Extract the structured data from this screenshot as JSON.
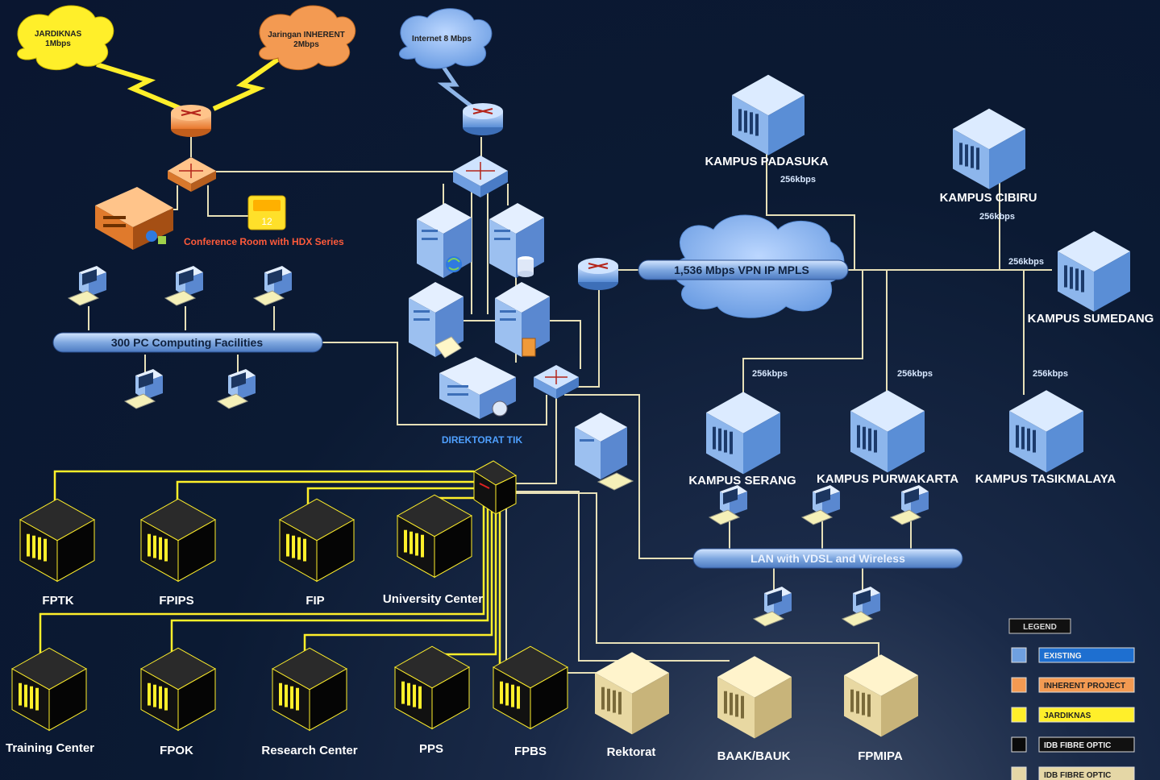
{
  "colors": {
    "existing": "#6fa0e0",
    "inherent": "#f39a52",
    "jardiknas": "#ffef2a",
    "fibre": "#0a0a0a",
    "planned": "#e5d7a6",
    "link_yellow": "#ffef2a",
    "link_cream": "#e7e0b8",
    "background": "#0b1a33"
  },
  "clouds": {
    "jardiknas": "JARDIKNAS\n1Mbps",
    "inherent": "Jaringan INHERENT\n2Mbps",
    "internet": "Internet 8 Mbps"
  },
  "labels": {
    "conference": "Conference Room with HDX Series",
    "conference_badge": "12",
    "directorat": "DIREKTORAT TIK",
    "pc_facilities": "300 PC Computing Facilities",
    "vpn": "1,536 Mbps VPN IP MPLS",
    "lan": "LAN with VDSL and Wireless"
  },
  "campuses": [
    {
      "name": "KAMPUS PADASUKA",
      "speed": "256kbps"
    },
    {
      "name": "KAMPUS CIBIRU",
      "speed": "256kbps"
    },
    {
      "name": "KAMPUS SUMEDANG",
      "speed": "256kbps"
    },
    {
      "name": "KAMPUS SERANG",
      "speed": "256kbps"
    },
    {
      "name": "KAMPUS PURWAKARTA",
      "speed": "256kbps"
    },
    {
      "name": "KAMPUS TASIKMALAYA",
      "speed": "256kbps"
    }
  ],
  "buildings": [
    {
      "name": "FPTK"
    },
    {
      "name": "FPIPS"
    },
    {
      "name": "FIP"
    },
    {
      "name": "University Center"
    },
    {
      "name": "Training Center"
    },
    {
      "name": "FPOK"
    },
    {
      "name": "Research Center"
    },
    {
      "name": "PPS"
    },
    {
      "name": "FPBS"
    },
    {
      "name": "Rektorat"
    },
    {
      "name": "BAAK/BAUK"
    },
    {
      "name": "FPMIPA"
    }
  ],
  "legend": {
    "title": "LEGEND",
    "items": [
      {
        "label": "EXISTING",
        "color": "#6fa0e0",
        "box": "#1e6fd0"
      },
      {
        "label": "INHERENT PROJECT",
        "color": "#f39a52",
        "box": "#f39a52"
      },
      {
        "label": "JARDIKNAS",
        "color": "#ffef2a",
        "box": "#ffef2a"
      },
      {
        "label": "IDB FIBRE OPTIC",
        "color": "#0a0a0a",
        "box": "#111111"
      },
      {
        "label": "IDB FIBRE OPTIC",
        "color": "#e5d7a6",
        "box": "#e5d7a6"
      }
    ]
  }
}
